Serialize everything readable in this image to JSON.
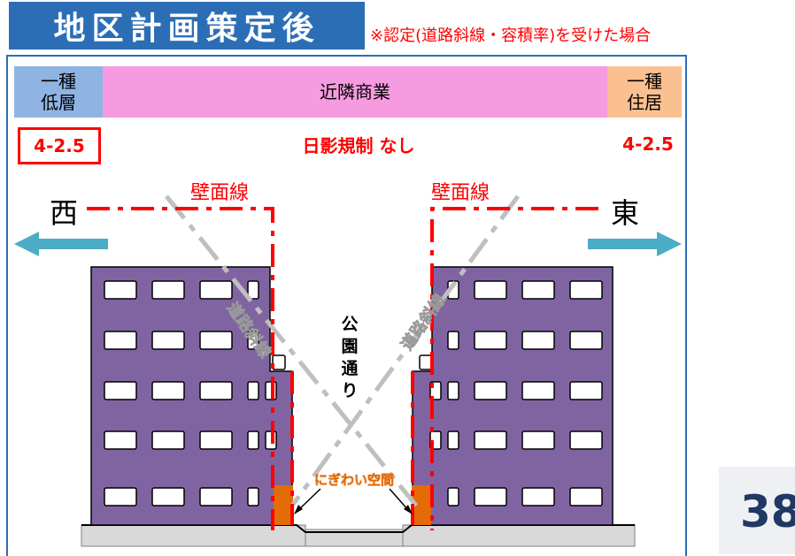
{
  "header": {
    "title": "地区計画策定後",
    "note": "※認定(道路斜線・容積率)を受けた場合"
  },
  "zones": {
    "west": "一種\n低層",
    "center": "近隣商業",
    "east": "一種\n住居"
  },
  "floor_area": {
    "west": "4-2.5",
    "east": "4-2.5"
  },
  "shadow_regulation": "日影規制 なし",
  "directions": {
    "west": "西",
    "east": "東"
  },
  "wall_line_label": "壁面線",
  "road_slope_label": "道路斜線",
  "street_label": "公園通り",
  "plaza_label": "にぎわい空間",
  "page_number": "38",
  "colors": {
    "title_bg": "#2c6eb5",
    "building": "#8064a2",
    "wall_line": "#ff0000",
    "road_slope": "#bfbfbf",
    "arrow": "#4bacc6",
    "plaza": "#e36c09",
    "zone_west": "#8fb4e3",
    "zone_center": "#f79be0",
    "zone_east": "#fac090"
  }
}
